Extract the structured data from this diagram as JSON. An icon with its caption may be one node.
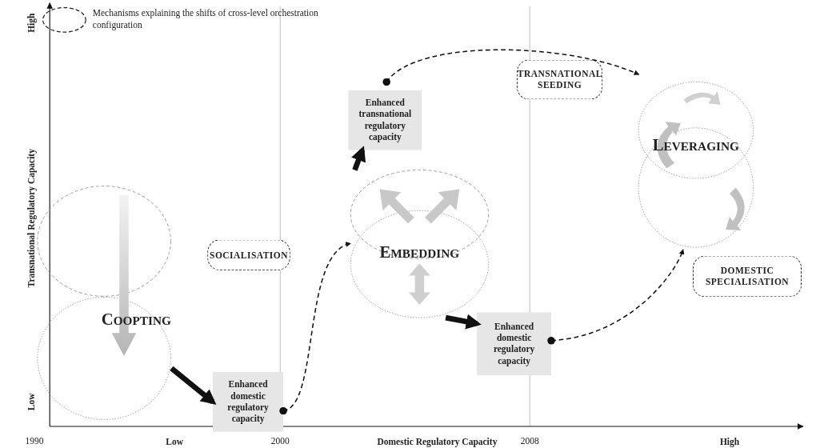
{
  "diagram": {
    "nodes": [
      {
        "text": [
          "COOPTING"
        ]
      },
      {
        "text": [
          "Enhanced domestic regulatory capacity"
        ]
      },
      {
        "text": [
          "SOCIALISATION"
        ]
      },
      {
        "text": [
          "EMBEDDING"
        ]
      },
      {
        "text": [
          "Enhanced transnational regulatory capacity"
        ]
      },
      {
        "text": [
          "TRANSNATIONAL SEEDING"
        ]
      },
      {
        "text": [
          "LEVERAGING"
        ]
      },
      {
        "text": [
          "Enhanced domestic regulatory capacity"
        ]
      },
      {
        "text": [
          "DOMESTIC SPECIALISATION"
        ]
      }
    ],
    "edges": [
      {
        "from": 0,
        "to": 1,
        "arrow": "to",
        "style": "thick"
      },
      {
        "from": 1,
        "to": 3,
        "arrow": "to",
        "style": "dashed"
      },
      {
        "from": 3,
        "to": 4,
        "arrow": "to",
        "style": "thick"
      },
      {
        "from": 4,
        "to": 6,
        "arrow": "to",
        "style": "dashed"
      },
      {
        "from": 3,
        "to": 7,
        "arrow": "to",
        "style": "thick"
      },
      {
        "from": 7,
        "to": 6,
        "arrow": "to",
        "style": "dashed"
      }
    ],
    "labels": [
      "High",
      "Transnational Regulatory Capacity",
      "Low",
      "1990",
      "Low",
      "2000",
      "Domestic Regulatory Capacity",
      "2008",
      "High"
    ],
    "legend": [
      {
        "text": "Mechanisms explaining the shifts of cross-level orchestration configuration"
      }
    ]
  }
}
